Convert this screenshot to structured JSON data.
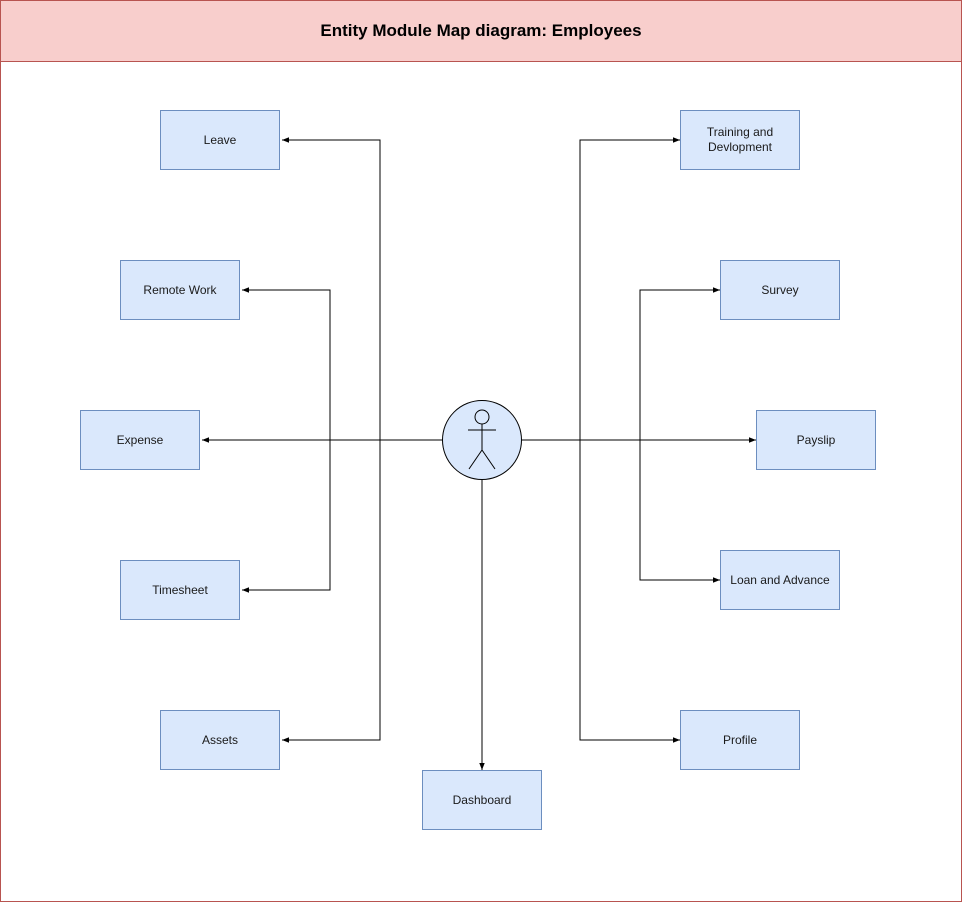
{
  "title": "Entity Module Map diagram: Employees",
  "colors": {
    "header_fill": "#f8cecc",
    "header_stroke": "#b85450",
    "node_fill": "#dae8fc",
    "node_stroke": "#6c8ebf",
    "edge": "#000000"
  },
  "center": {
    "icon": "person-icon"
  },
  "modules": {
    "leave": "Leave",
    "remote_work": "Remote Work",
    "expense": "Expense",
    "timesheet": "Timesheet",
    "assets": "Assets",
    "dashboard": "Dashboard",
    "training": "Training and Devlopment",
    "survey": "Survey",
    "payslip": "Payslip",
    "loan": "Loan and Advance",
    "profile": "Profile"
  }
}
